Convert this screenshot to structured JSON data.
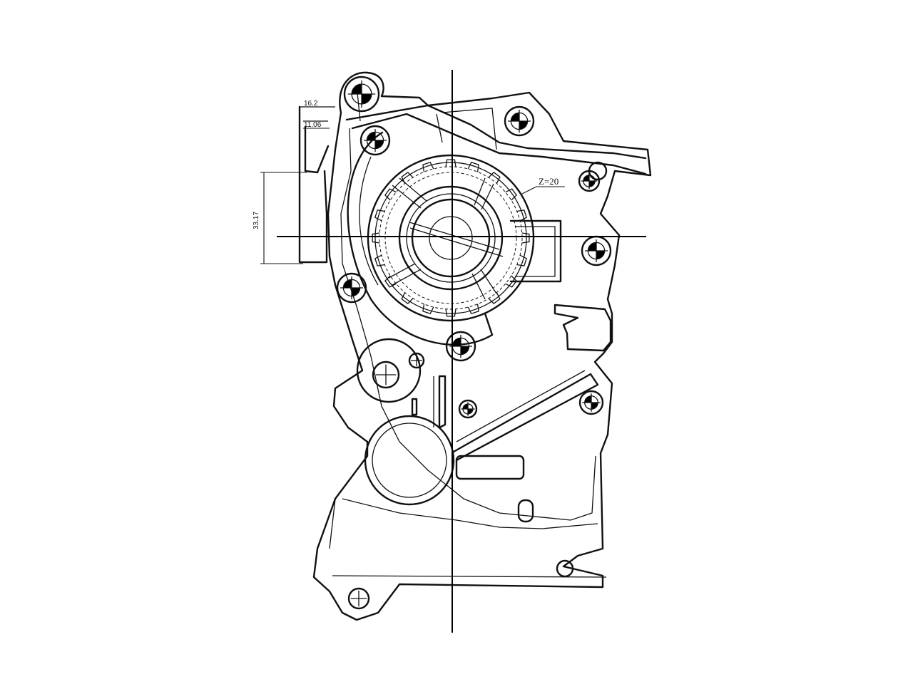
{
  "dimensions": {
    "width_top": "16.2",
    "width_inner": "11.06",
    "height_side": "33.17"
  },
  "gear": {
    "tooth_count_label": "Z=20"
  },
  "colors": {
    "line": "#111111",
    "background": "#ffffff"
  }
}
